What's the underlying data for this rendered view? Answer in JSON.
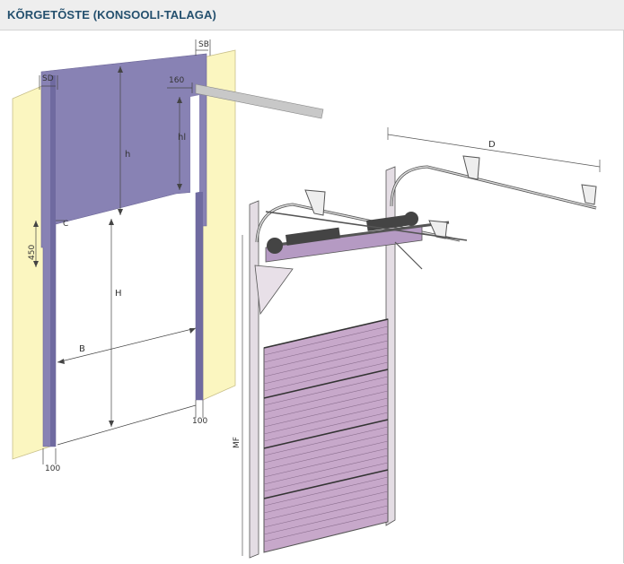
{
  "header": {
    "title": "KÕRGETÕSTE (KONSOOLI-TALAGA)"
  },
  "labels": {
    "sd": "SD",
    "sb": "SB",
    "dim160": "160",
    "h": "h",
    "hl": "hl",
    "c": "C",
    "dim450": "450",
    "H": "H",
    "B": "B",
    "dim100_left": "100",
    "dim100_right": "100",
    "D": "D",
    "MF": "MF"
  },
  "colors": {
    "wall": "#fbf6c0",
    "lintel": "#8882b4",
    "panel": "#c7a8ca",
    "header_text": "#24506e"
  }
}
